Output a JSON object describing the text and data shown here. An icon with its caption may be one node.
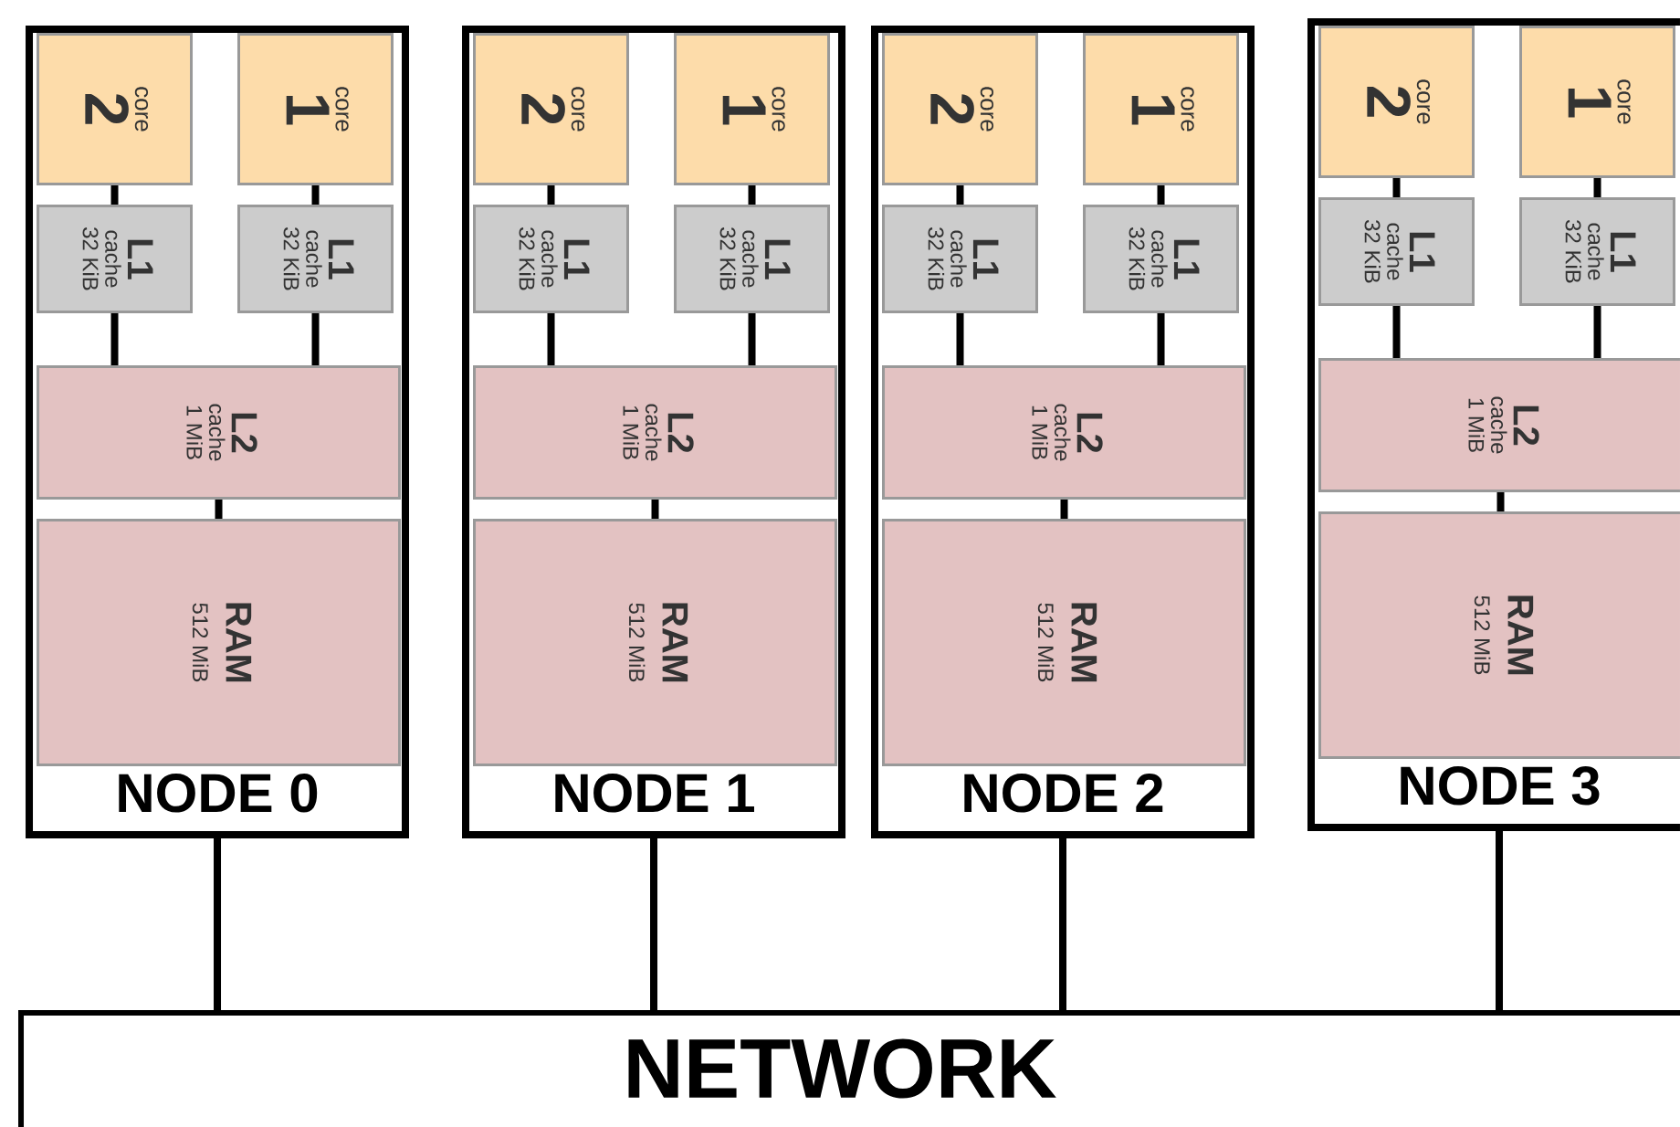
{
  "diagram": {
    "nodes": [
      {
        "text": [
          "NODE 0"
        ]
      },
      {
        "text": [
          "core",
          "2"
        ],
        "in": 0
      },
      {
        "text": [
          "core",
          "1"
        ],
        "in": 0
      },
      {
        "text": [
          "L1",
          "cache",
          "32 KiB"
        ],
        "in": 0
      },
      {
        "text": [
          "L1",
          "cache",
          "32 KiB"
        ],
        "in": 0
      },
      {
        "text": [
          "L2",
          "cache",
          "1 MiB"
        ],
        "in": 0
      },
      {
        "text": [
          "RAM",
          "512 MiB"
        ],
        "in": 0
      },
      {
        "text": [
          "NODE 1"
        ]
      },
      {
        "text": [
          "core",
          "2"
        ],
        "in": 7
      },
      {
        "text": [
          "core",
          "1"
        ],
        "in": 7
      },
      {
        "text": [
          "L1",
          "cache",
          "32 KiB"
        ],
        "in": 7
      },
      {
        "text": [
          "L1",
          "cache",
          "32 KiB"
        ],
        "in": 7
      },
      {
        "text": [
          "L2",
          "cache",
          "1 MiB"
        ],
        "in": 7
      },
      {
        "text": [
          "RAM",
          "512 MiB"
        ],
        "in": 7
      },
      {
        "text": [
          "NODE 2"
        ]
      },
      {
        "text": [
          "core",
          "2"
        ],
        "in": 14
      },
      {
        "text": [
          "core",
          "1"
        ],
        "in": 14
      },
      {
        "text": [
          "L1",
          "cache",
          "32 KiB"
        ],
        "in": 14
      },
      {
        "text": [
          "L1",
          "cache",
          "32 KiB"
        ],
        "in": 14
      },
      {
        "text": [
          "L2",
          "cache",
          "1 MiB"
        ],
        "in": 14
      },
      {
        "text": [
          "RAM",
          "512 MiB"
        ],
        "in": 14
      },
      {
        "text": [
          "NODE 3"
        ]
      },
      {
        "text": [
          "core",
          "2"
        ],
        "in": 21
      },
      {
        "text": [
          "core",
          "1"
        ],
        "in": 21
      },
      {
        "text": [
          "L1",
          "cache",
          "32 KiB"
        ],
        "in": 21
      },
      {
        "text": [
          "L1",
          "cache",
          "32 KiB"
        ],
        "in": 21
      },
      {
        "text": [
          "L2",
          "cache",
          "1 MiB"
        ],
        "in": 21
      },
      {
        "text": [
          "RAM",
          "512 MiB"
        ],
        "in": 21
      },
      {
        "text": [
          "NETWORK"
        ]
      }
    ],
    "edges": [
      {
        "from": 1,
        "to": 3,
        "arrow": "none"
      },
      {
        "from": 2,
        "to": 4,
        "arrow": "none"
      },
      {
        "from": 3,
        "to": 5,
        "arrow": "none"
      },
      {
        "from": 4,
        "to": 5,
        "arrow": "none"
      },
      {
        "from": 5,
        "to": 6,
        "arrow": "none"
      },
      {
        "from": 0,
        "to": 28,
        "arrow": "none"
      },
      {
        "from": 8,
        "to": 10,
        "arrow": "none"
      },
      {
        "from": 9,
        "to": 11,
        "arrow": "none"
      },
      {
        "from": 10,
        "to": 12,
        "arrow": "none"
      },
      {
        "from": 11,
        "to": 12,
        "arrow": "none"
      },
      {
        "from": 12,
        "to": 13,
        "arrow": "none"
      },
      {
        "from": 7,
        "to": 28,
        "arrow": "none"
      },
      {
        "from": 15,
        "to": 17,
        "arrow": "none"
      },
      {
        "from": 16,
        "to": 18,
        "arrow": "none"
      },
      {
        "from": 17,
        "to": 19,
        "arrow": "none"
      },
      {
        "from": 18,
        "to": 19,
        "arrow": "none"
      },
      {
        "from": 19,
        "to": 20,
        "arrow": "none"
      },
      {
        "from": 14,
        "to": 28,
        "arrow": "none"
      },
      {
        "from": 22,
        "to": 24,
        "arrow": "none"
      },
      {
        "from": 23,
        "to": 25,
        "arrow": "none"
      },
      {
        "from": 24,
        "to": 26,
        "arrow": "none"
      },
      {
        "from": 25,
        "to": 26,
        "arrow": "none"
      },
      {
        "from": 26,
        "to": 27,
        "arrow": "none"
      },
      {
        "from": 21,
        "to": 28,
        "arrow": "none"
      }
    ]
  }
}
